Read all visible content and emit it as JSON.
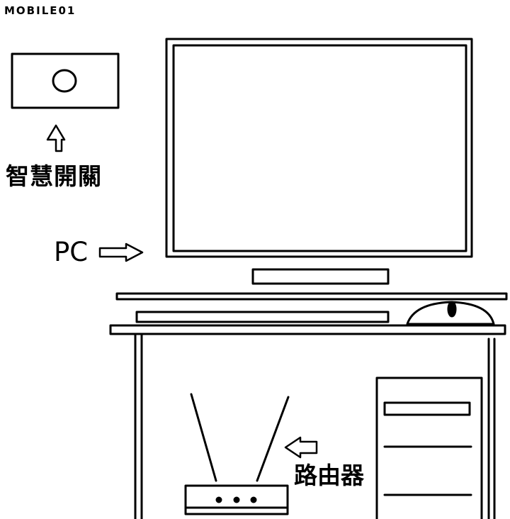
{
  "watermark": "MOBILE01",
  "labels": {
    "smart_switch": "智慧開關",
    "pc": "PC",
    "router": "路由器"
  },
  "colors": {
    "line": "#000000",
    "background": "#ffffff"
  }
}
